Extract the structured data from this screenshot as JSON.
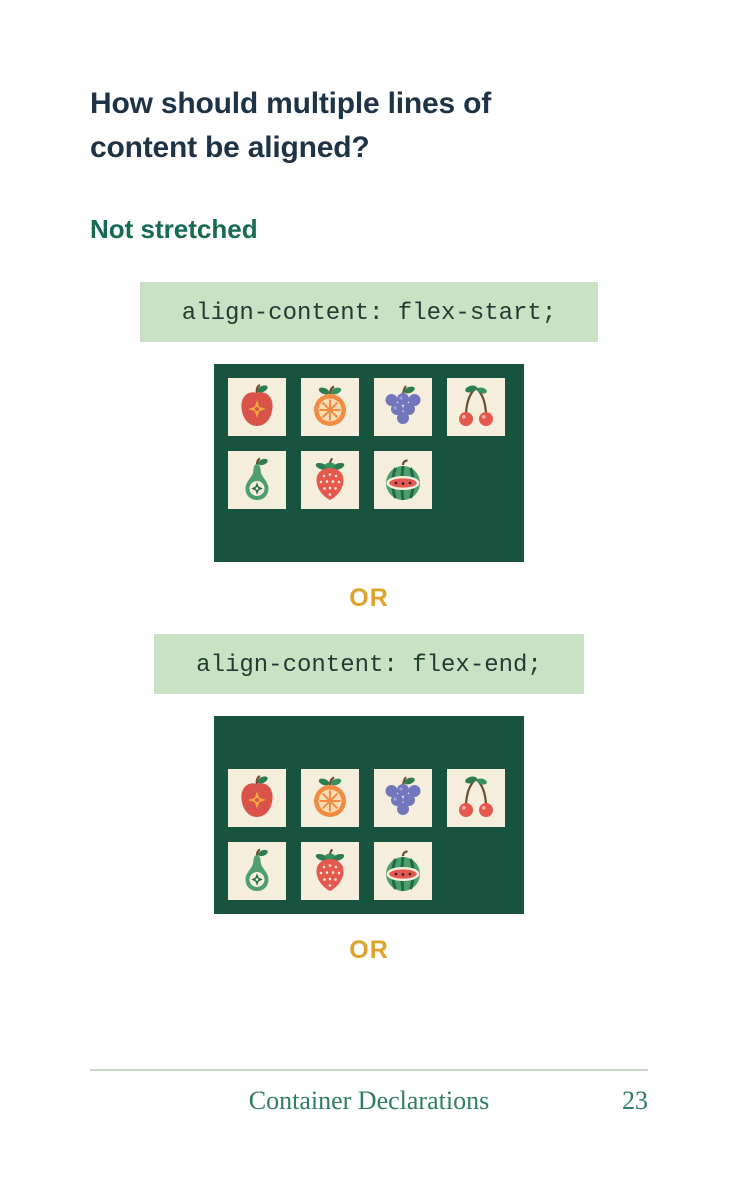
{
  "page": {
    "title": "How should multiple lines of content be aligned?",
    "section_heading": "Not stretched",
    "or_label": "OR"
  },
  "examples": [
    {
      "code": "align-content: flex-start;",
      "align_content": "flex-start"
    },
    {
      "code": "align-content: flex-end;",
      "align_content": "flex-end"
    }
  ],
  "fruits": [
    "apple",
    "orange",
    "grapes",
    "cherries",
    "pear",
    "strawberry",
    "watermelon"
  ],
  "footer": {
    "label": "Container Declarations",
    "page_number": "23"
  },
  "colors": {
    "heading_text": "#1f3347",
    "subheading_text": "#166b52",
    "code_background": "#c9e2c4",
    "code_text": "#1e3d33",
    "container_background": "#17533f",
    "tile_background": "#f6eedd",
    "or_label": "#dfa32a",
    "footer_text": "#2e7d5d"
  }
}
